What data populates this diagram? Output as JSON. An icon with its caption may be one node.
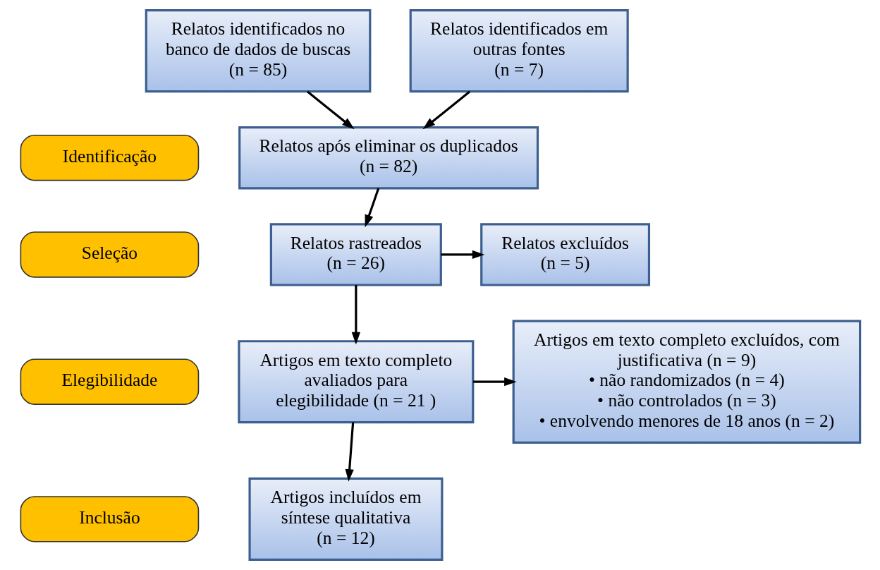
{
  "diagram": {
    "nodes": [
      {
        "text": [
          "Relatos identificados no banco de dados de buscas",
          "(n = 85)"
        ]
      },
      {
        "text": [
          "Relatos identificados em outras fontes",
          "(n = 7)"
        ]
      },
      {
        "text": [
          "Identificação"
        ]
      },
      {
        "text": [
          "Relatos após eliminar os duplicados",
          "(n = 82)"
        ]
      },
      {
        "text": [
          "Seleção"
        ]
      },
      {
        "text": [
          "Relatos rastreados",
          "(n = 26)"
        ]
      },
      {
        "text": [
          "Relatos excluídos",
          "(n = 5)"
        ]
      },
      {
        "text": [
          "Elegibilidade"
        ]
      },
      {
        "text": [
          "Artigos em texto completo avaliados para elegibilidade (n = 21 )"
        ]
      },
      {
        "text": [
          "Artigos em texto completo excluídos, com justificativa (n = 9)",
          "• não randomizados (n = 4)",
          "• não controlados (n = 3)",
          "• envolvendo menores de 18 anos (n = 2)"
        ]
      },
      {
        "text": [
          "Inclusão"
        ]
      },
      {
        "text": [
          "Artigos incluídos em síntese qualitativa",
          "(n = 12)"
        ]
      }
    ],
    "edges": [
      {
        "from": 0,
        "to": 3,
        "arrow": "to"
      },
      {
        "from": 1,
        "to": 3,
        "arrow": "to"
      },
      {
        "from": 3,
        "to": 5,
        "arrow": "to"
      },
      {
        "from": 5,
        "to": 6,
        "arrow": "to"
      },
      {
        "from": 5,
        "to": 8,
        "arrow": "to"
      },
      {
        "from": 8,
        "to": 9,
        "arrow": "to"
      },
      {
        "from": 8,
        "to": 11,
        "arrow": "to"
      }
    ]
  }
}
